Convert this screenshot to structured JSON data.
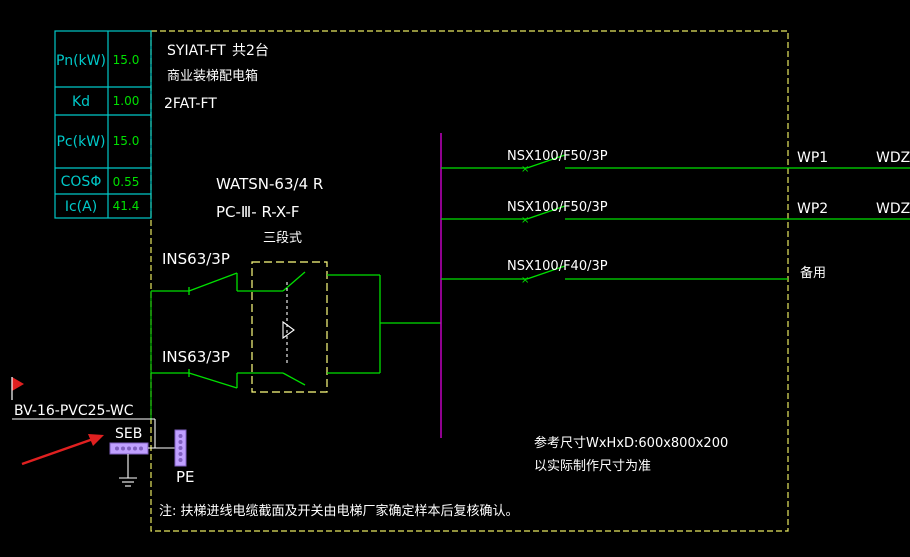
{
  "param_table": {
    "rows": [
      {
        "label": "Pn(kW)",
        "value": "15.0"
      },
      {
        "label": "Kd",
        "value": "1.00"
      },
      {
        "label": "Pc(kW)",
        "value": "15.0"
      },
      {
        "label": "COSΦ",
        "value": "0.55"
      },
      {
        "label": "Ic(A)",
        "value": "41.4"
      }
    ]
  },
  "panel": {
    "model": "SYIAT-FT",
    "count": "共2台",
    "name": "商业装梯配电箱",
    "floor_code": "2FAT-FT"
  },
  "ats": {
    "model": "WATSN-63/4 R",
    "type": "PC-Ⅲ-  R-X-F",
    "mode": "三段式"
  },
  "incomers": [
    {
      "label": "INS63/3P"
    },
    {
      "label": "INS63/3P"
    }
  ],
  "outgoing": [
    {
      "breaker": "NSX100/F50/3P",
      "circuit": "WP1",
      "cable": "WDZ-"
    },
    {
      "breaker": "NSX100/F50/3P",
      "circuit": "WP2",
      "cable": "WDZ-"
    },
    {
      "breaker": "NSX100/F40/3P",
      "circuit": "备用",
      "cable": ""
    }
  ],
  "grounding": {
    "cable": "BV-16-PVC25-WC",
    "seb_label": "SEB",
    "pe_label": "PE"
  },
  "notes": {
    "dimensions": "参考尺寸WxHxD:600x800x200",
    "dimensions_note": "以实际制作尺寸为准",
    "footer": "注:  扶梯进线电缆截面及开关由电梯厂家确定样本后复核确认。"
  },
  "colors": {
    "background": "#000000",
    "green_line": "#00e000",
    "white_line": "#ffffff",
    "border_yellow": "#e8e860",
    "table_cyan": "#00c8c8",
    "bus_magenta": "#c000c0",
    "annotation_red": "#e02020"
  }
}
